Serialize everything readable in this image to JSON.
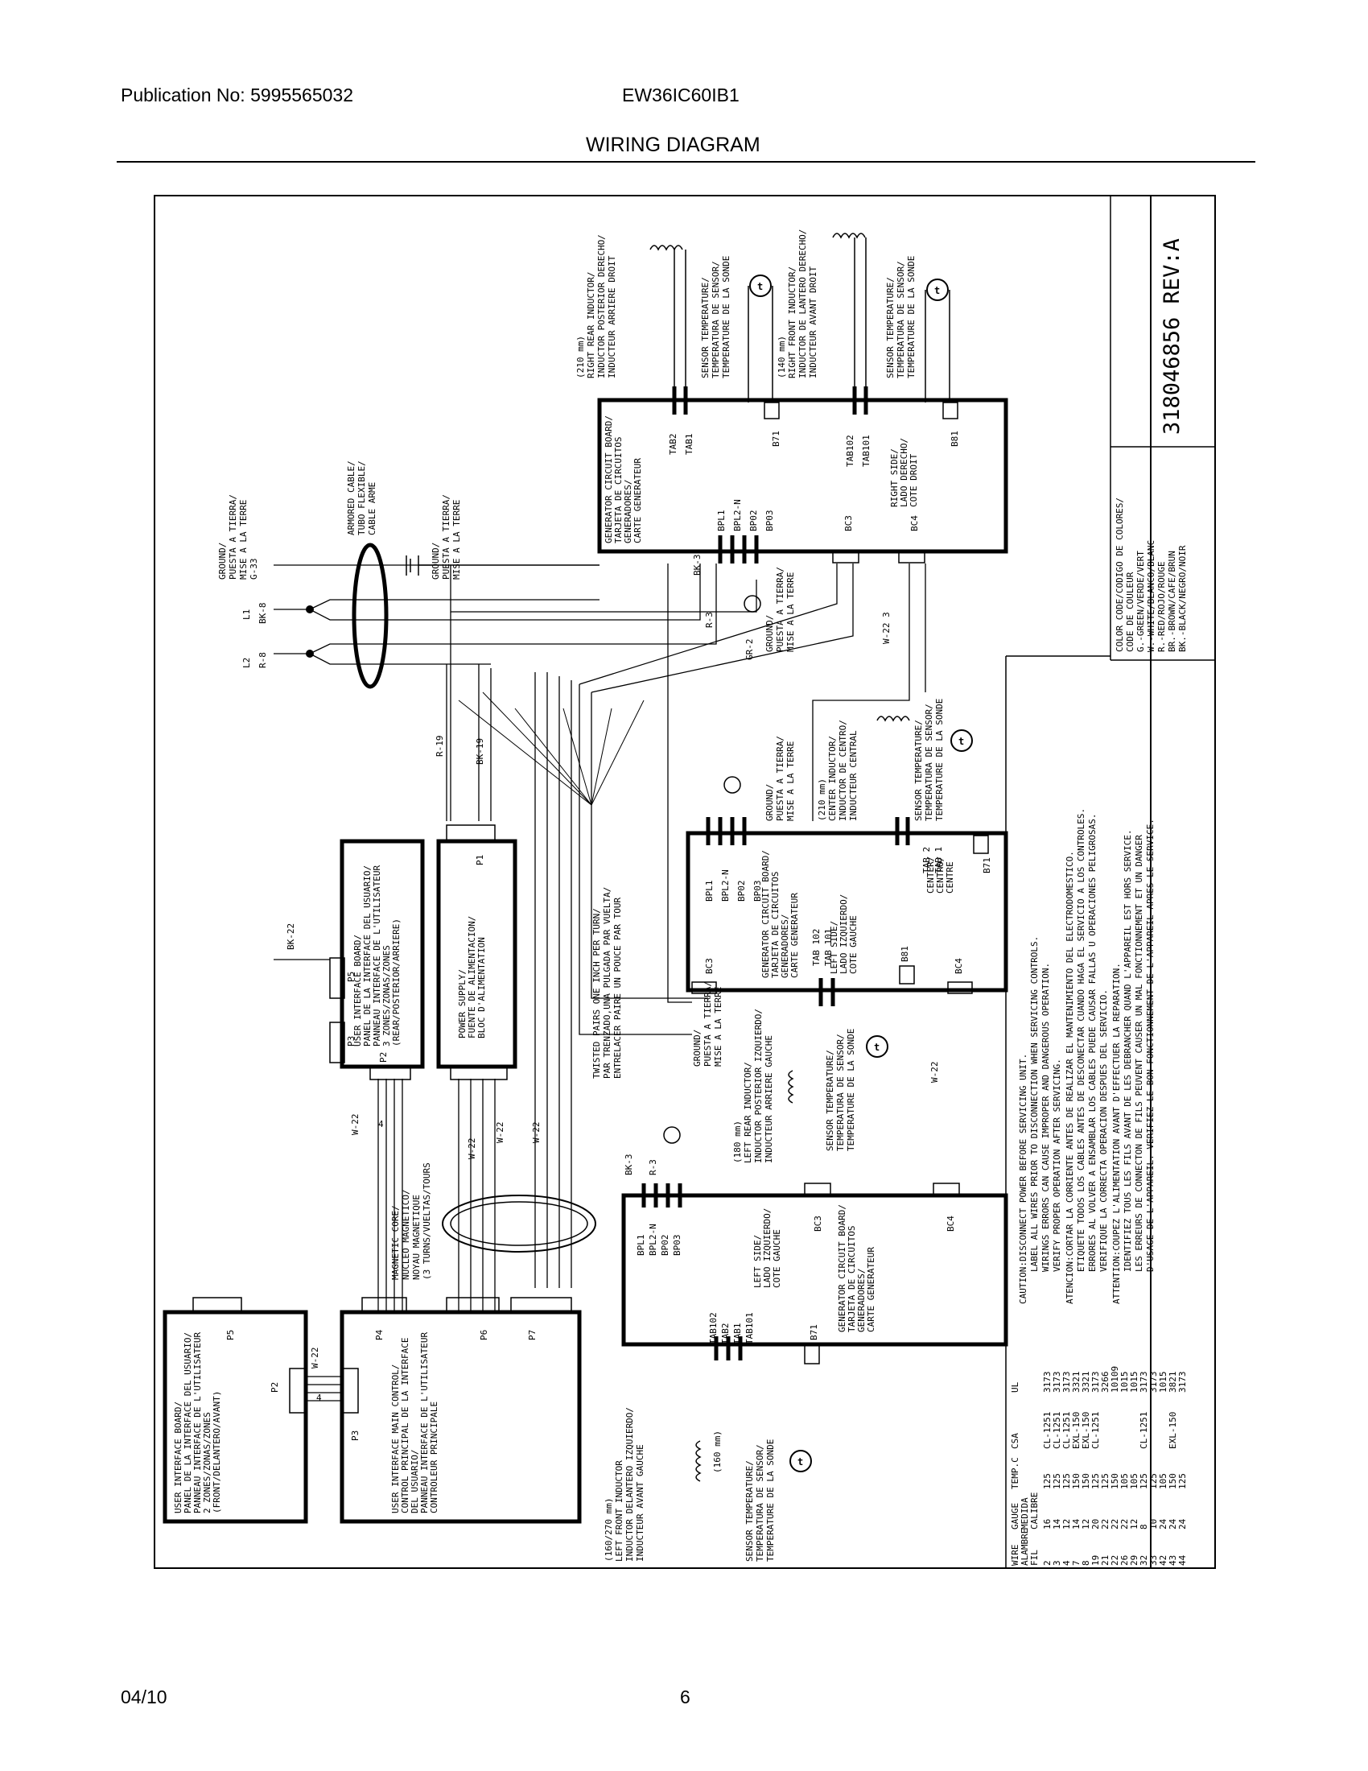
{
  "header": {
    "publication": "Publication No: 5995565032",
    "model": "EW36IC60IB1",
    "title": "WIRING DIAGRAM"
  },
  "footer": {
    "date": "04/10",
    "page": "6"
  },
  "diagram": {
    "drawing_number": "318046856  REV:A",
    "top_right": {
      "rear_inductor": [
        "(210 mm)",
        "RIGHT REAR INDUCTOR/",
        "INDUCTOR POSTERIOR DERECHO/",
        "INDUCTEUR ARRIERE DROIT"
      ],
      "sensor1": [
        "SENSOR TEMPERATURE/",
        "TEMPERATURA DE SENSOR/",
        "TEMPERATURE DE LA SONDE"
      ],
      "front_inductor": [
        "(140 mm)",
        "RIGHT FRONT INDUCTOR/",
        "INDUCTOR DE LANTERO DERECHO/",
        "INDUCTEUR AVANT DROIT"
      ],
      "sensor2": [
        "SENSOR TEMPERATURE/",
        "TEMPERATURA DE SENSOR/",
        "TEMPERATURE DE LA SONDE"
      ],
      "board": [
        "GENERATOR CIRCUIT BOARD/",
        "TARJETA DE CIRCUITOS",
        "GENERADORES/",
        "CARTE GENERATEUR"
      ],
      "side": [
        "RIGHT SIDE/",
        "LADO DERECHO/",
        "COTE DROIT"
      ],
      "tabs": [
        "TAB2",
        "TAB1",
        "B71",
        "TAB102",
        "TAB101",
        "B81"
      ],
      "pins": [
        "BPL1",
        "BPL2-N",
        "BP02",
        "BP03",
        "BC3",
        "BC4"
      ]
    },
    "color_code": [
      "COLOR CODE/CODIGO DE COLORES/",
      "CODE DE COULEUR",
      "G.-GREEN/VERDE/VERT",
      "W.-WHITE/BLANCO/BLANC",
      "R.-RED/ROJO/ROUGE",
      "BR.-BROWN/CAFE/BRUN",
      "BK.-BLACK/NEGRO/NOIR"
    ],
    "ground_labels": {
      "main_ground": [
        "GROUND/",
        "PUESTA A TIERRA/",
        "MISE A LA TERRE",
        "G-33"
      ],
      "armored": [
        "ARMORED CABLE/",
        "TUBO FLEXIBLE/",
        "CABLE ARME"
      ],
      "ground2": [
        "GROUND/",
        "PUESTA A TIERRA/",
        "MISE A LA TERRE"
      ],
      "ground3": [
        "GROUND/",
        "PUESTA A TIERRA/",
        "MISE A LA TERRE"
      ]
    },
    "wire_labels": {
      "l1": [
        "L1",
        "BK-8"
      ],
      "l2": [
        "L2",
        "R-8"
      ],
      "r19": "R-19",
      "bk19": "BK-19",
      "bk22": "BK-22",
      "bk3": "BK-3",
      "r3": "R-3",
      "gr2": "GR-2",
      "w22": "W-22",
      "w22_3": "W-22 3",
      "four": "4"
    },
    "twisted": [
      "TWISTED PAIRS ONE INCH PER TURN/",
      "PAR TRENZADO,UNA PULGADA PAR VUELTA/",
      "ENTRELACER PAIRE UN POUCE PAR TOUR"
    ],
    "ui_board_3zone": [
      "USER INTERFACE BOARD/",
      "PANEL DE LA INTERFACE DEL USUARIO/",
      "PANNEAU INTERFACE DE L'UTILISATEUR",
      "3 ZONES/ZONAS/ZONES",
      "(REAR/POSTERIOR/ARRIERE)"
    ],
    "power_supply": [
      "POWER SUPPLY/",
      "FUENTE DE ALIMENTACION/",
      "BLOC D'ALIMENTATION"
    ],
    "center_board": [
      "GENERATOR CIRCUIT BOARD/",
      "TARJETA DE CIRCUITOS",
      "GENERADORES/",
      "CARTE GENERATEUR"
    ],
    "center_inductor": [
      "(210 mm)",
      "CENTER INDUCTOR/",
      "INDUCTOR DE CENTRO/",
      "INDUCTEUR CENTRAL"
    ],
    "center_sensor": [
      "SENSOR TEMPERATURE/",
      "TEMPERATURA DE SENSOR/",
      "TEMPERATURE DE LA SONDE"
    ],
    "center_side": [
      "CENTER/",
      "CENTRO/",
      "CENTRE"
    ],
    "left_side_mid": [
      "LEFT SIDE/",
      "LADO IZQUIERDO/",
      "COTE GAUCHE"
    ],
    "left_rear_inductor": [
      "(180 mm)",
      "LEFT REAR INDUCTOR/",
      "INDUCTOR POSTERIOR IZQUIERDO/",
      "INDUCTEUR ARRIERE GAUCHE"
    ],
    "left_sensor": [
      "SENSOR TEMPERATURE/",
      "TEMPERATURA DE SENSOR/",
      "TEMPERATURE DE LA SONDE"
    ],
    "magnetic_core": [
      "MAGNETIC CORE/",
      "NUCLEO MAGNETICO/",
      "NOYAU MAGNETIQUE",
      "(3 TURNS/VUELTAS/TOURS"
    ],
    "ui_board_2zone": [
      "USER INTERFACE BOARD/",
      "PANEL DE LA INTERFACE DEL USUARIO/",
      "PANNEAU INTERFACE DE L'UTILISATEUR",
      "2 ZONES/ZONAS/ZONES",
      "(FRONT/DELANTERO/AVANT)"
    ],
    "main_control": [
      "USER INTERFACE MAIN CONTROL/",
      "CONTROL PRINCIPAL DE LA INTERFACE",
      "DEL USUARIO/",
      "PANNEAU INTERFACE DE L'UTILISATEUR",
      "CONTROLEUR PRINCIPALE"
    ],
    "bottom_board": [
      "GENERATOR CIRCUIT BOARD/",
      "TARJETA DE CIRCUITOS",
      "GENERADORES/",
      "CARTE GENERATEUR"
    ],
    "bottom_side": [
      "LEFT SIDE/",
      "LADO IZQUIERDO/",
      "COTE GAUCHE"
    ],
    "left_front_inductor": [
      "(160/270 mm)",
      "LEFT FRONT INDUCTOR",
      "INDUCTOR DELANTERO IZQUIERDO/",
      "INDUCTEUR AVANT GAUCHE"
    ],
    "bottom_sensor": [
      "SENSOR TEMPERATURE/",
      "TEMPERATURA DE SENSOR/",
      "TEMPERATURE DE LA SONDE"
    ],
    "inductor_160": "(160 mm)",
    "connectors": [
      "P1",
      "P2",
      "P3",
      "P4",
      "P5",
      "P6",
      "P7",
      "BC3",
      "BC4",
      "B71",
      "B81",
      "TAB 2",
      "TAB 1",
      "TAB 102",
      "TAB 101",
      "TAB102",
      "TAB2",
      "TAB1",
      "TAB101",
      "BPL1",
      "BPL2-N",
      "BP02",
      "BP03"
    ],
    "caution": [
      "CAUTION:DISCONNECT POWER BEFORE SERVICING UNIT.",
      "LABEL ALL WIRES PRIOR TO DISCONNECTION WHEN SERVICING CONTROLS.",
      "WIRINGS ERRORS CAN CAUSE IMPROPER AND DANGEROUS OPERATION.",
      "VERIFY PROPER OPERATION AFTER SERVICING.",
      "ATENCION:CORTAR LA CORRIENTE ANTES DE REALIZAR EL MANTENIMIENTO DEL ELECTRODOMESTICO.",
      "ETIQUETE TODOS LOS CABLES ANTES DE DESCONECTAR CUANDO HAGA EL SERVICIO A LOS CONTROLES.",
      "ERRORES AL VOLVER A ENSAMBLAR LOS CABLES PUEDE CAUSAR FALLAS U OPERACIONES PELIGROSAS.",
      "VERIFIQUE LA CORRECTA OPERACION DESPUES DEL SERVICIO.",
      "ATTENTION:COUPEZ L'ALIMENTATION AVANT D'EFFECTUER LA REPARATION.",
      "IDENTIFIEZ TOUS LES FILS AVANT DE LES DEBRANCHER QUAND L'APPAREIL EST HORS SERVICE.",
      "LES ERREURS DE CONNECTON DE FILS PEUVENT CAUSER UN MAL FONCTIONNEMENT ET UN DANGER",
      "D'USAGE DE L'APPAREIL. VERIFIEZ LE BON FONCTIONNEMENT DE L'APPAREIL APRES LE SERVICE."
    ],
    "wire_table": {
      "headers": [
        "WIRE",
        "GAUGE",
        "TEMP.C",
        "CSA",
        "UL"
      ],
      "headers2": [
        "ALAMBRE",
        "MEDIDA",
        "",
        "",
        ""
      ],
      "headers3": [
        "FIL",
        "CALIBRE",
        "",
        "",
        ""
      ],
      "rows": [
        [
          "2",
          "16",
          "125",
          "CL-1251",
          "3173"
        ],
        [
          "3",
          "14",
          "125",
          "CL-1251",
          "3173"
        ],
        [
          "4",
          "12",
          "125",
          "CL-1251",
          "3173"
        ],
        [
          "7",
          "14",
          "150",
          "EXL-150",
          "3321"
        ],
        [
          "8",
          "12",
          "150",
          "EXL-150",
          "3321"
        ],
        [
          "19",
          "20",
          "125",
          "CL-1251",
          "3173"
        ],
        [
          "21",
          "22",
          "125",
          "",
          "3266"
        ],
        [
          "22",
          "22",
          "150",
          "",
          "10109"
        ],
        [
          "26",
          "22",
          "105",
          "",
          "1015"
        ],
        [
          "29",
          "12",
          "105",
          "",
          "1015"
        ],
        [
          "32",
          "8",
          "125",
          "CL-1251",
          "3173"
        ],
        [
          "33",
          "10",
          "125",
          "",
          "3173"
        ],
        [
          "42",
          "24",
          "105",
          "",
          "1015"
        ],
        [
          "43",
          "24",
          "150",
          "EXL-150",
          "3821"
        ],
        [
          "44",
          "24",
          "125",
          "",
          "3173"
        ]
      ]
    }
  }
}
